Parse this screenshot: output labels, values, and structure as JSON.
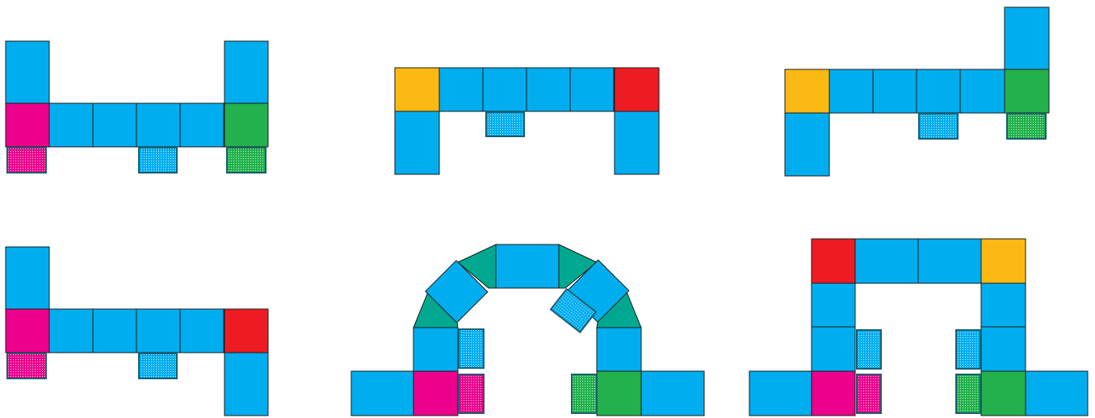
{
  "colors": {
    "blue": "#00aeef",
    "magenta": "#ec008c",
    "green": "#22b14c",
    "yellow": "#fdb913",
    "red": "#ed1c24",
    "teal": "#00a88f",
    "outline": "#1a1a1a",
    "tab_outline": "#1b5e6e",
    "background": "#ffffff"
  },
  "panels": [
    {
      "id": "panel-1",
      "shape": "H-shape with two raised columns, magenta and green corners"
    },
    {
      "id": "panel-2",
      "shape": "Bridge with yellow and red corners, legs down"
    },
    {
      "id": "panel-3",
      "shape": "Yellow corner left, green corner right with column up"
    },
    {
      "id": "panel-4",
      "shape": "Magenta corner with column up, red corner with leg down"
    },
    {
      "id": "panel-5",
      "shape": "Arch of tilted blue blocks with teal wedges"
    },
    {
      "id": "panel-6",
      "shape": "Omega frame with red and yellow top corners, magenta and green bottom"
    }
  ]
}
